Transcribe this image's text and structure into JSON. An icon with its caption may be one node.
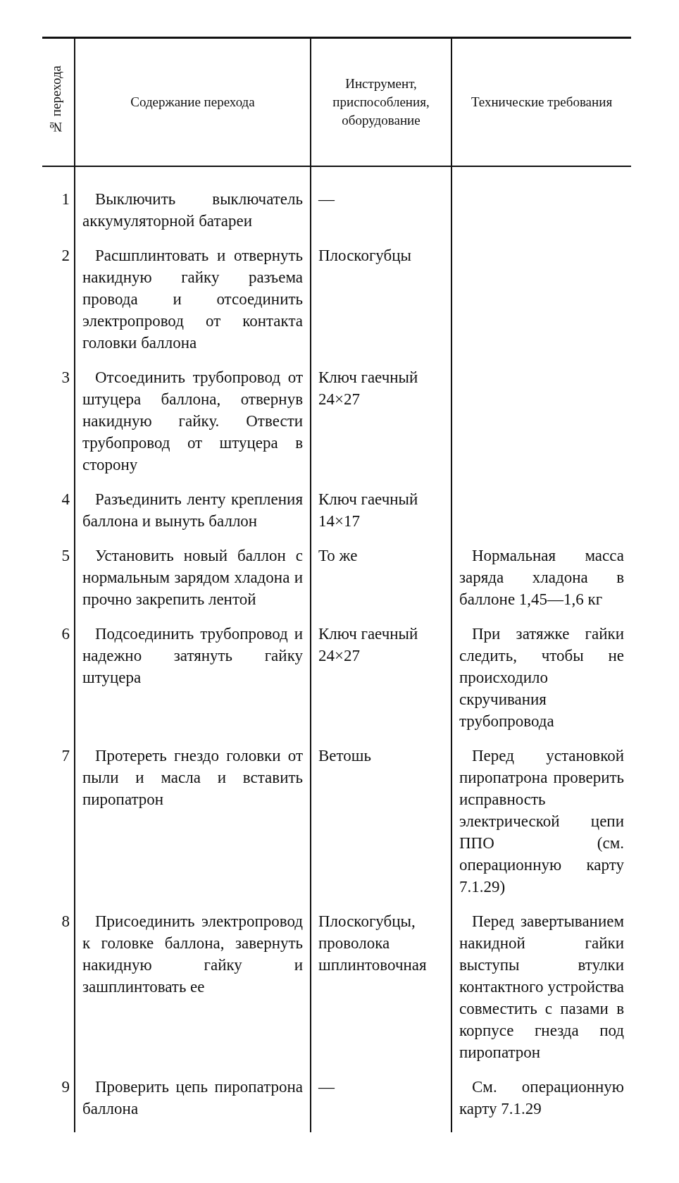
{
  "diagram": {
    "labels": [
      "№ перехода",
      "Содержание перехода",
      "Инструмент, приспособления, оборудование",
      "Технические требования",
      "1",
      "Выключить выключатель аккумуляторной батареи",
      "—",
      "2",
      "Расшплинтовать и отвернуть накидную гайку разъема провода и отсоединить электропровод от контакта головки баллона",
      "Плоскогубцы",
      "3",
      "Отсоединить трубопровод от штуцера баллона, отвернув накидную гайку. Отвести трубопровод от штуцера в сторону",
      "Ключ гаечный 24×27",
      "4",
      "Разъединить ленту крепления баллона и вынуть баллон",
      "Ключ гаечный 14×17",
      "5",
      "Установить новый баллон с нормальным зарядом хладона и прочно закрепить лентой",
      "То же",
      "Нормальная масса заряда хладона в баллоне 1,45—1,6 кг",
      "6",
      "Подсоединить трубопровод и надежно затянуть гайку штуцера",
      "Ключ гаечный 24×27",
      "При затяжке гайки следить, чтобы не происходило скручивания трубопровода",
      "7",
      "Протереть гнездо головки от пыли и масла и вставить пиропатрон",
      "Ветошь",
      "Перед установкой пиропатрона проверить исправность электрической цепи ППО (см. операционную карту 7.1.29)",
      "8",
      "Присоединить электропровод к головке баллона, завернуть накидную гайку и зашплинтовать ее",
      "Плоскогубцы, проволока шплинтовочная",
      "Перед завертыванием накидной гайки выступы втулки контактного устройства совместить с пазами в корпусе гнезда под пиропатрон",
      "9",
      "Проверить цепь пиропатрона баллона",
      "—",
      "См. операционную карту 7.1.29"
    ]
  }
}
